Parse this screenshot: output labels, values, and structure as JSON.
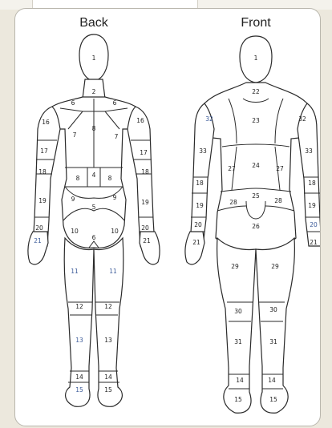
{
  "views": [
    {
      "id": "back",
      "title": "Back"
    },
    {
      "id": "front",
      "title": "Front"
    }
  ],
  "labels": {
    "back": {
      "head": "1",
      "neck": "2",
      "shoulder_l": "6",
      "shoulder_r": "6",
      "upperback_l": "7",
      "spine": "8",
      "upperback_r": "7",
      "upperarm_l": "16",
      "upperarm_r": "16",
      "elbow_l": "17",
      "elbow_r": "17",
      "forearm_l": "18",
      "forearm_r": "18",
      "lowerarm_l": "19",
      "lowerarm_r": "19",
      "wrist_l": "20",
      "wrist_r": "20",
      "hand_l": "21",
      "hand_r": "21",
      "lowback_l": "8",
      "lowback_mid": "4",
      "lowback_r": "8",
      "flank_l": "9",
      "flank_r": "9",
      "sacrum": "5",
      "buttock_l": "10",
      "buttock_r": "10",
      "cleft": "6",
      "thigh_l": "11",
      "thigh_r": "11",
      "knee_l": "12",
      "knee_r": "12",
      "calf_l": "13",
      "calf_r": "13",
      "ankle_l": "14",
      "ankle_r": "14",
      "foot_l": "15",
      "foot_r": "15"
    },
    "front": {
      "head": "1",
      "neck": "22",
      "shoulder_l": "32",
      "shoulder_r": "32",
      "chest": "23",
      "upperarm_l": "33",
      "upperarm_r": "33",
      "abdomen": "24",
      "side_l": "27",
      "side_r": "27",
      "forearm_l": "18",
      "forearm_r": "18",
      "hip_l": "28",
      "pubis": "25",
      "hip_r": "28",
      "lowerarm_l": "19",
      "lowerarm_r": "19",
      "wrist_l": "20",
      "wrist_r": "20",
      "hand_l": "21",
      "hand_r": "21",
      "groin": "26",
      "thigh_l": "29",
      "thigh_r": "29",
      "knee_l": "30",
      "knee_r": "30",
      "shin_l": "31",
      "shin_r": "31",
      "ankle_l": "14",
      "ankle_r": "14",
      "foot_l": "15",
      "foot_r": "15"
    }
  }
}
